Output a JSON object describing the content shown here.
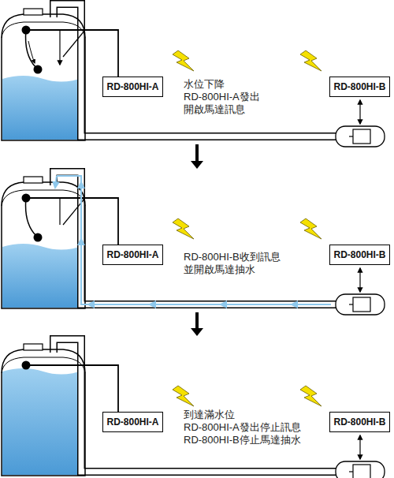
{
  "diagram": {
    "nodes": [
      {
        "text": [
          "RD-800HI-A"
        ]
      },
      {
        "text": [
          "RD-800HI-B"
        ]
      },
      {
        "text": [
          "RD-800HI-A"
        ]
      },
      {
        "text": [
          "RD-800HI-B"
        ]
      },
      {
        "text": [
          "RD-800HI-A"
        ]
      },
      {
        "text": [
          "RD-800HI-B"
        ]
      }
    ],
    "labels": [
      "水位下降 RD-800HI-A發出 開啟馬達訊息",
      "RD-800HI-B收到訊息 並開啟馬達抽水",
      "到達滿水位 RD-800HI-A發出停止訊息 RD-800HI-B停止馬達抽水"
    ]
  }
}
